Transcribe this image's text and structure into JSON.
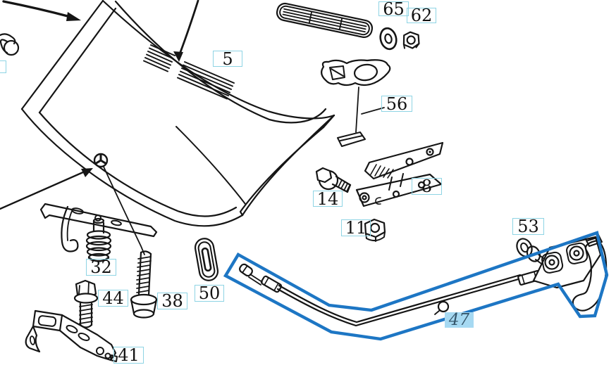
{
  "diagram": {
    "type": "exploded-parts-diagram",
    "subject": "hood / bonnet assembly with release cable",
    "labels": {
      "p5": "5",
      "p65": "65",
      "p62": "62",
      "p56": "56",
      "p14": "14",
      "p8": "8",
      "p11": "11",
      "p32": "32",
      "p44": "44",
      "p38": "38",
      "p50": "50",
      "p41": "41",
      "p53": "53",
      "p47": "47"
    },
    "highlight": {
      "selected_part": "47",
      "outline_color": "#1d76c4",
      "label_fill": "#a6d9f2",
      "label_text_color": "#35566b"
    },
    "label_style": {
      "border_color": "#8ed4e4",
      "text_color": "#121212"
    },
    "art_color": "#151515"
  }
}
